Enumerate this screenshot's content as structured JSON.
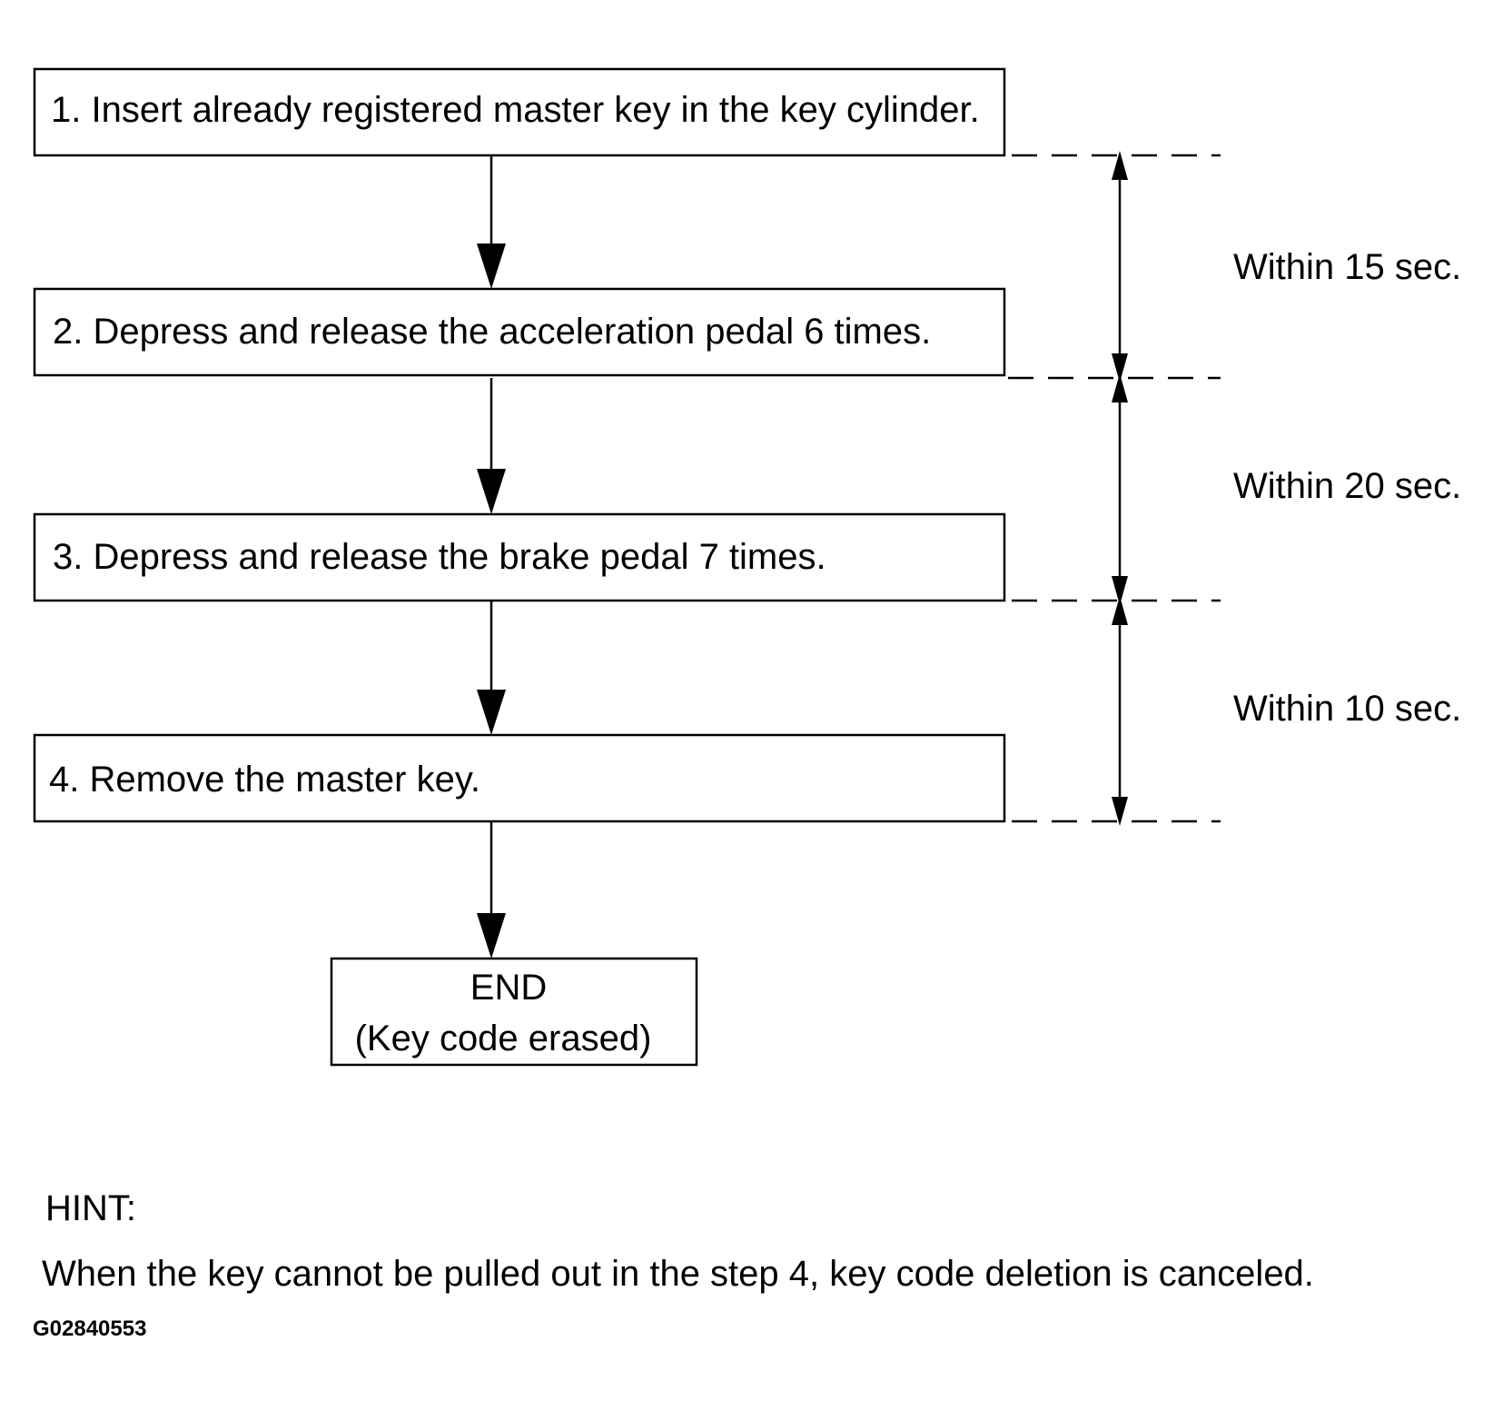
{
  "steps": [
    {
      "label": "1. Insert already registered master key in the key cylinder."
    },
    {
      "label": "2. Depress and release the acceleration pedal 6 times."
    },
    {
      "label": "3. Depress and release the brake pedal 7 times."
    },
    {
      "label": "4. Remove the master key."
    }
  ],
  "end": {
    "line1": "END",
    "line2": "(Key code erased)"
  },
  "intervals": [
    {
      "label": "Within 15 sec."
    },
    {
      "label": "Within 20 sec."
    },
    {
      "label": "Within 10 sec."
    }
  ],
  "hint": {
    "label": "HINT:",
    "text": "When the key cannot be pulled out in the step 4, key code deletion is canceled."
  },
  "figure_id": "G02840553"
}
